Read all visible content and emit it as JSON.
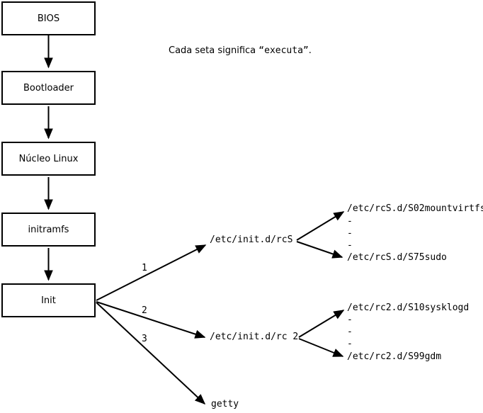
{
  "diagram": {
    "background_color": "#ffffff",
    "line_color": "#000000",
    "note": {
      "prefix": "Cada seta significa ",
      "quoted": "“executa”",
      "suffix": "."
    },
    "boxes": [
      {
        "label": "BIOS"
      },
      {
        "label": "Bootloader"
      },
      {
        "label": "Núcleo Linux"
      },
      {
        "label": "initramfs"
      },
      {
        "label": "Init"
      }
    ],
    "branch_numbers": [
      "1",
      "2",
      "3"
    ],
    "branches": {
      "rcS": {
        "label": "/etc/init.d/rcS",
        "first_script": "/etc/rcS.d/S02mountvirtfs",
        "dashes": [
          "-",
          "-",
          "-"
        ],
        "last_script": "/etc/rcS.d/S75sudo"
      },
      "rc2": {
        "label": "/etc/init.d/rc 2",
        "first_script": "/etc/rc2.d/S10sysklogd",
        "dashes": [
          "-",
          "-",
          "-"
        ],
        "last_script": "/etc/rc2.d/S99gdm"
      },
      "getty": {
        "label": "getty"
      }
    }
  }
}
